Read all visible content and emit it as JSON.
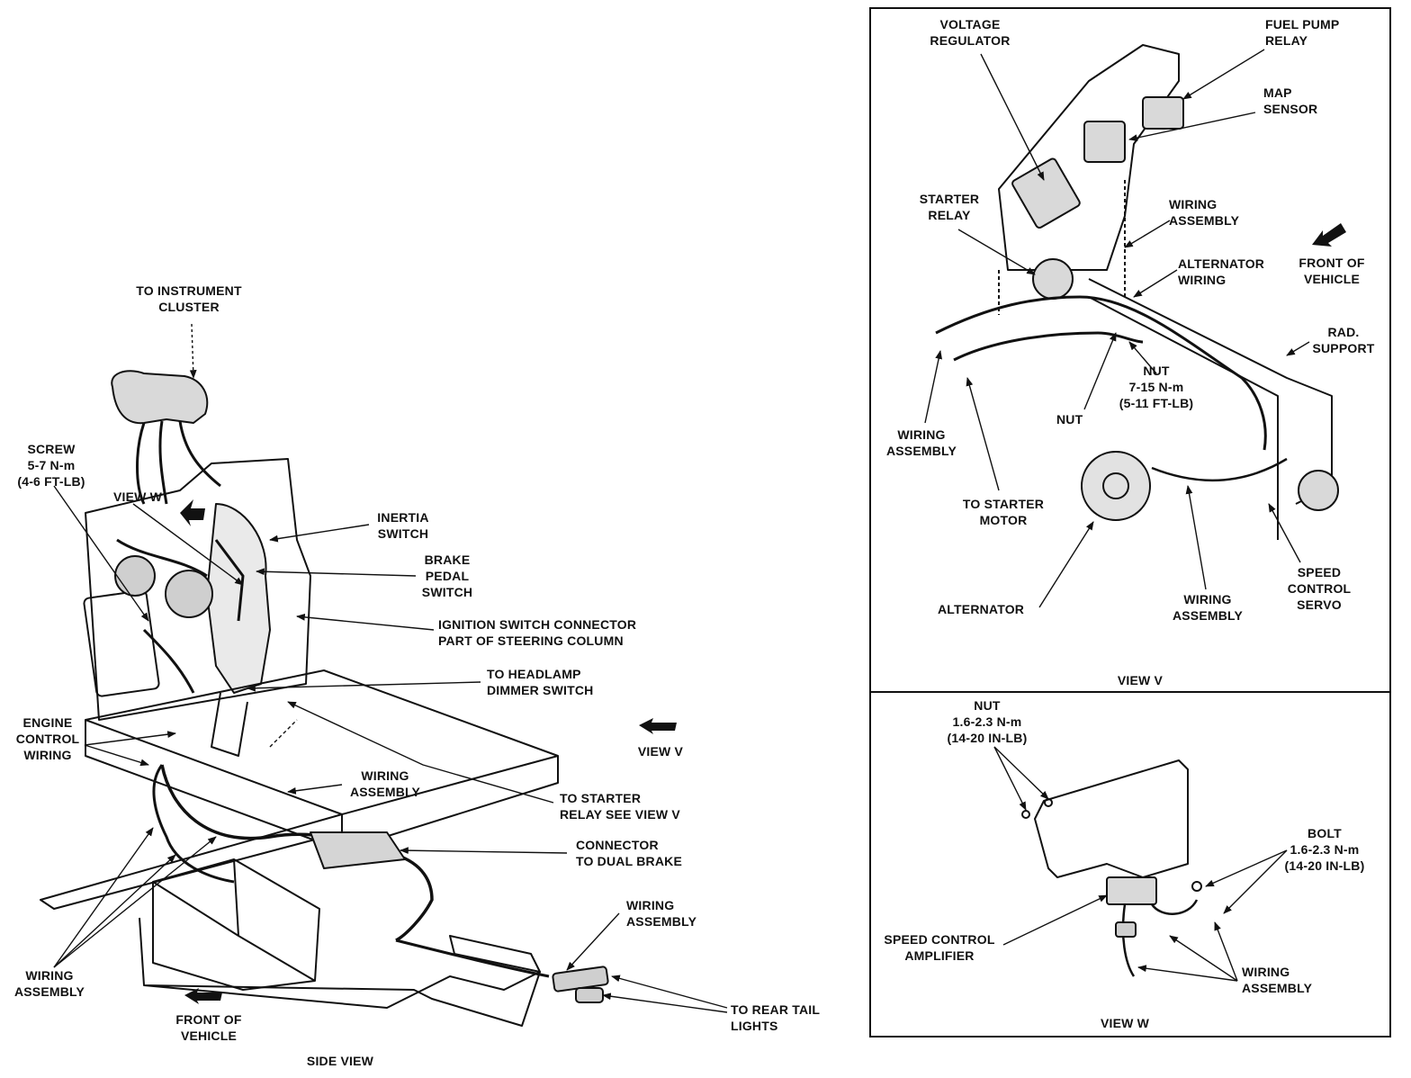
{
  "side_view": {
    "caption": "SIDE VIEW",
    "labels": {
      "to_instrument_cluster": "TO INSTRUMENT\nCLUSTER",
      "screw": "SCREW\n5-7 N-m\n(4-6 FT-LB)",
      "view_w_callout": "VIEW W",
      "inertia_switch": "INERTIA\nSWITCH",
      "brake_pedal_switch": "BRAKE\nPEDAL\nSWITCH",
      "ignition_switch_connector": "IGNITION SWITCH CONNECTOR\nPART OF STEERING COLUMN",
      "to_headlamp_dimmer": "TO HEADLAMP\nDIMMER SWITCH",
      "engine_control_wiring": "ENGINE\nCONTROL\nWIRING",
      "view_v_callout": "VIEW V",
      "wiring_assembly_center": "WIRING\nASSEMBLY",
      "to_starter_relay": "TO STARTER\nRELAY SEE VIEW V",
      "connector_dual_brake": "CONNECTOR\nTO DUAL BRAKE",
      "wiring_assembly_right": "WIRING\nASSEMBLY",
      "to_rear_tail_lights": "TO REAR TAIL\nLIGHTS",
      "wiring_assembly_left": "WIRING\nASSEMBLY",
      "front_of_vehicle": "FRONT OF\nVEHICLE"
    }
  },
  "view_v": {
    "caption": "VIEW V",
    "labels": {
      "voltage_regulator": "VOLTAGE\nREGULATOR",
      "fuel_pump_relay": "FUEL PUMP\nRELAY",
      "map_sensor": "MAP\nSENSOR",
      "starter_relay": "STARTER\nRELAY",
      "wiring_assembly_top": "WIRING\nASSEMBLY",
      "alternator_wiring": "ALTERNATOR\nWIRING",
      "front_of_vehicle": "FRONT OF\nVEHICLE",
      "rad_support": "RAD.\nSUPPORT",
      "nut_torque": "NUT\n7-15 N-m\n(5-11 FT-LB)",
      "nut": "NUT",
      "wiring_assembly_left": "WIRING\nASSEMBLY",
      "to_starter_motor": "TO STARTER\nMOTOR",
      "speed_control_servo": "SPEED\nCONTROL\nSERVO",
      "alternator": "ALTERNATOR",
      "wiring_assembly_bottom": "WIRING\nASSEMBLY"
    }
  },
  "view_w": {
    "caption": "VIEW W",
    "labels": {
      "nut": "NUT\n1.6-2.3 N-m\n(14-20 IN-LB)",
      "bolt": "BOLT\n1.6-2.3 N-m\n(14-20 IN-LB)",
      "speed_control_amplifier": "SPEED CONTROL\nAMPLIFIER",
      "wiring_assembly": "WIRING\nASSEMBLY"
    }
  },
  "colors": {
    "ink": "#111111",
    "paper": "#ffffff"
  },
  "icons": [
    "direction-arrow-icon",
    "direction-arrow-icon",
    "direction-arrow-icon"
  ]
}
